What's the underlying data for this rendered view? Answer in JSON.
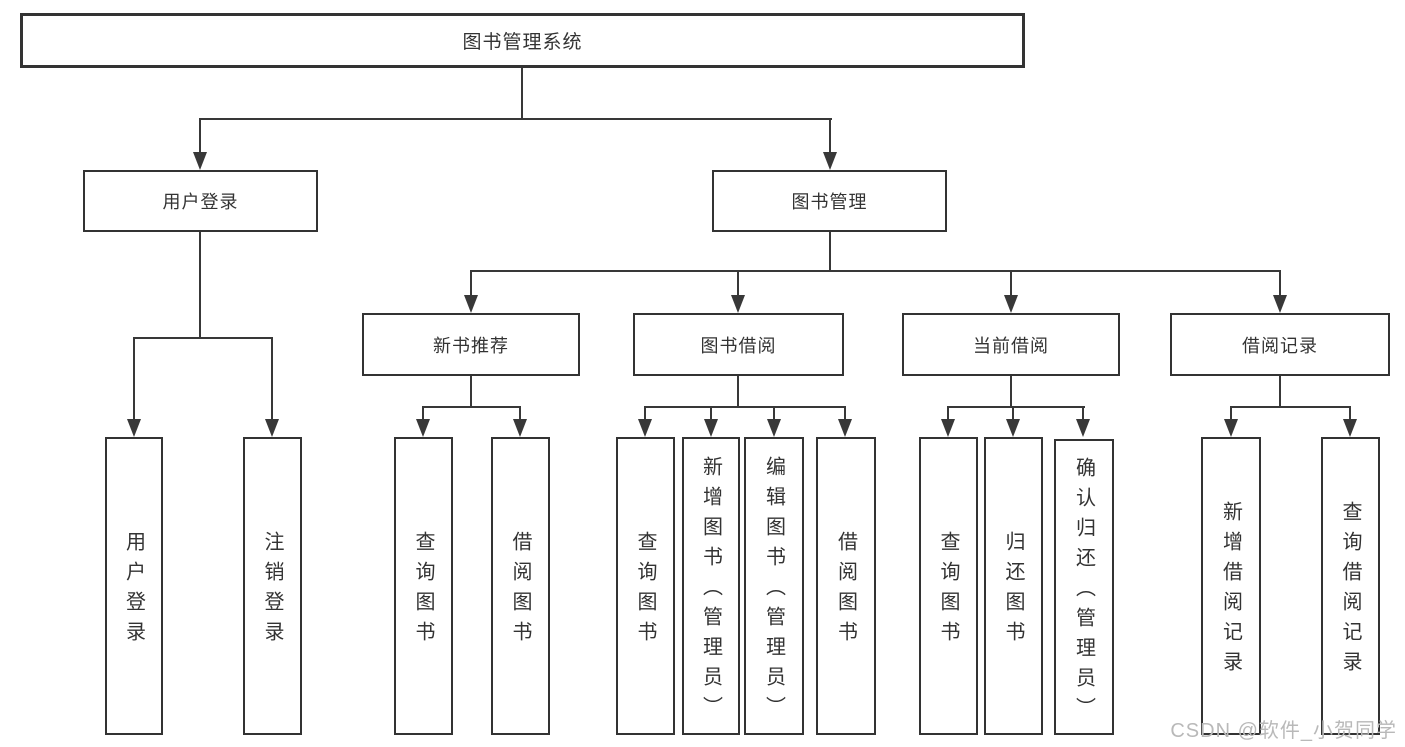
{
  "diagram": {
    "root": {
      "label": "图书管理系统"
    },
    "branches": [
      {
        "label": "用户登录",
        "children": [
          {
            "label": "用户登录"
          },
          {
            "label": "注销登录"
          }
        ]
      },
      {
        "label": "图书管理",
        "children": [
          {
            "label": "新书推荐",
            "children": [
              {
                "label": "查询图书"
              },
              {
                "label": "借阅图书"
              }
            ]
          },
          {
            "label": "图书借阅",
            "children": [
              {
                "label": "查询图书"
              },
              {
                "label": "新增图书（管理员）"
              },
              {
                "label": "编辑图书（管理员）"
              },
              {
                "label": "借阅图书"
              }
            ]
          },
          {
            "label": "当前借阅",
            "children": [
              {
                "label": "查询图书"
              },
              {
                "label": "归还图书"
              },
              {
                "label": "确认归还（管理员）"
              }
            ]
          },
          {
            "label": "借阅记录",
            "children": [
              {
                "label": "新增借阅记录"
              },
              {
                "label": "查询借阅记录"
              }
            ]
          }
        ]
      }
    ]
  },
  "watermark": {
    "text": "CSDN @软件_小贺同学"
  },
  "colors": {
    "line": "#383838",
    "text": "#333333",
    "background": "#ffffff",
    "watermark": "#b9b9b9"
  }
}
